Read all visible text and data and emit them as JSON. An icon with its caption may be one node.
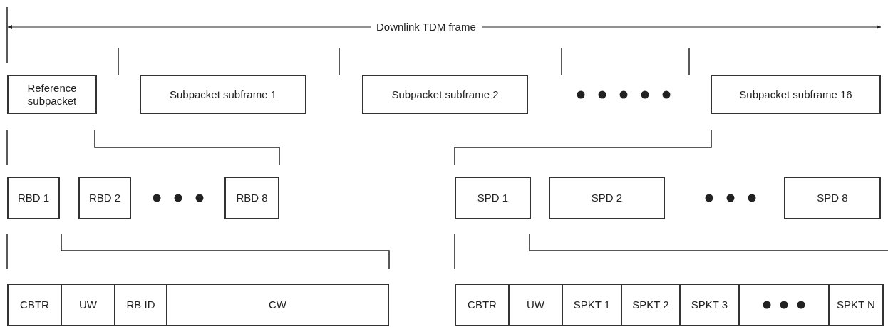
{
  "diagram": {
    "nodes": [
      {
        "text": [
          "Reference subpacket"
        ]
      },
      {
        "text": [
          "Subpacket subframe 1"
        ]
      },
      {
        "text": [
          "Subpacket subframe 2"
        ]
      },
      {
        "text": [
          "Subpacket subframe 16"
        ]
      },
      {
        "text": [
          "RBD 1"
        ]
      },
      {
        "text": [
          "RBD 2"
        ]
      },
      {
        "text": [
          "RBD 8"
        ]
      },
      {
        "text": [
          "SPD 1"
        ]
      },
      {
        "text": [
          "SPD 2"
        ]
      },
      {
        "text": [
          "SPD 8"
        ]
      },
      {
        "text": [
          "CBTR"
        ]
      },
      {
        "text": [
          "UW"
        ]
      },
      {
        "text": [
          "RB ID"
        ]
      },
      {
        "text": [
          "CW"
        ]
      },
      {
        "text": [
          "CBTR"
        ]
      },
      {
        "text": [
          "UW"
        ]
      },
      {
        "text": [
          "SPKT 1"
        ]
      },
      {
        "text": [
          "SPKT 2"
        ]
      },
      {
        "text": [
          "SPKT 3"
        ]
      },
      {
        "text": [],
        "shape": "box"
      },
      {
        "text": [
          "SPKT N"
        ]
      }
    ],
    "edges": [],
    "labels": [
      "Downlink TDM frame"
    ]
  }
}
